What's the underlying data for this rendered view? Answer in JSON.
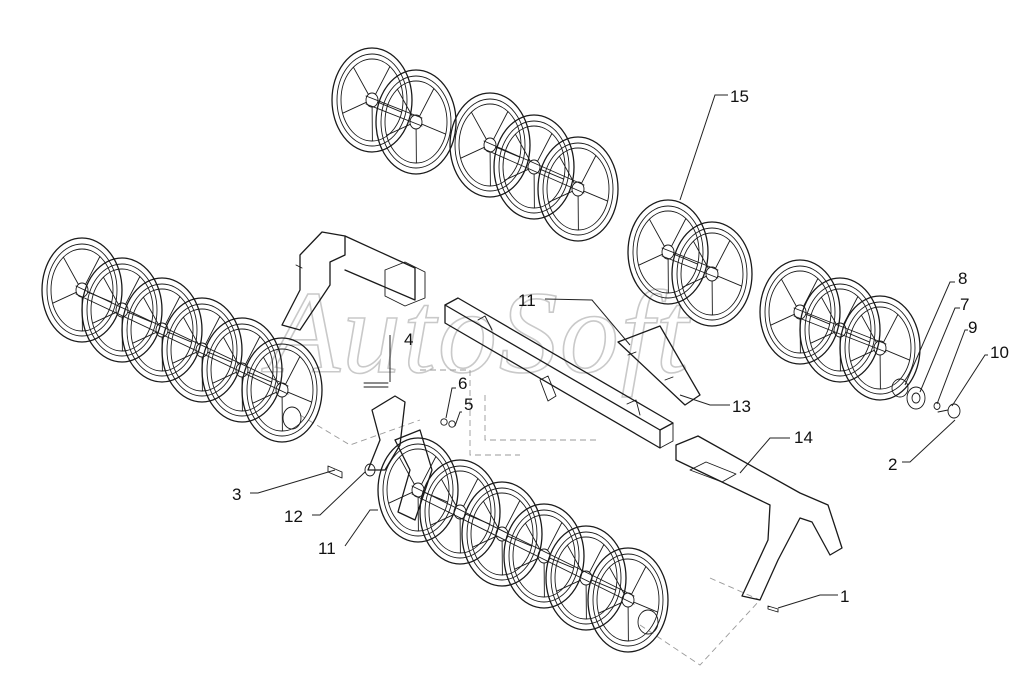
{
  "watermark": {
    "text": "AutoSoft"
  },
  "callouts": [
    {
      "id": "1",
      "label": "1"
    },
    {
      "id": "2",
      "label": "2"
    },
    {
      "id": "3",
      "label": "3"
    },
    {
      "id": "4",
      "label": "4"
    },
    {
      "id": "5",
      "label": "5"
    },
    {
      "id": "6",
      "label": "6"
    },
    {
      "id": "7",
      "label": "7"
    },
    {
      "id": "8",
      "label": "8"
    },
    {
      "id": "9",
      "label": "9"
    },
    {
      "id": "10",
      "label": "10"
    },
    {
      "id": "11a",
      "label": "11"
    },
    {
      "id": "11b",
      "label": "11"
    },
    {
      "id": "12",
      "label": "12"
    },
    {
      "id": "13",
      "label": "13"
    },
    {
      "id": "14",
      "label": "14"
    },
    {
      "id": "15",
      "label": "15"
    }
  ],
  "colors": {
    "line": "#1a1a1a",
    "watermark": "#c9c9c9",
    "background": "#ffffff"
  }
}
